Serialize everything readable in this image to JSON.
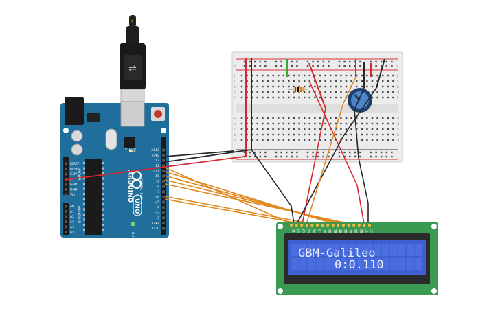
{
  "lcd": {
    "line1": "GBM-Galileo",
    "line2": "0:0.110",
    "pin_labels": [
      "GND",
      "VCC",
      "V0",
      "RS",
      "RW",
      "E",
      "DB0",
      "DB1",
      "DB2",
      "DB3",
      "DB4",
      "DB5",
      "DB6",
      "DB7",
      "LED",
      "LED"
    ]
  },
  "arduino": {
    "brand": "ARDUINO",
    "model": "UNO",
    "power_header": [
      "IOREF",
      "RESET",
      "3.3V",
      "5V",
      "GND",
      "GND",
      "Vin"
    ],
    "power_title": "POWER",
    "analog_header": [
      "A0",
      "A1",
      "A2",
      "A3",
      "A4",
      "A5"
    ],
    "analog_title": "ANALOG IN",
    "digital_header": [
      "AREF",
      "GND",
      "13",
      "12",
      "~11",
      "~10",
      "~9",
      "8",
      "7",
      "~6",
      "~5",
      "4",
      "~3",
      "2",
      "TX▸1",
      "RX◂0"
    ],
    "digital_title": "DIGITAL (PWM~)",
    "on_label": "ON",
    "led_labels": [
      "L",
      "TX",
      "RX"
    ]
  },
  "breadboard": {
    "row_letters_top": [
      "j",
      "i",
      "h",
      "g",
      "f"
    ],
    "row_letters_bottom": [
      "e",
      "d",
      "c",
      "b",
      "a"
    ],
    "rail_signs": [
      "+",
      "-"
    ]
  },
  "colors": {
    "board": "#1f6e9c",
    "lcd_pcb": "#3b9a52",
    "lcd_screen": "#3d5fd0",
    "wire_red": "#d7262c",
    "wire_black": "#262626",
    "wire_orange": "#e08a1e",
    "wire_green": "#3aa832"
  }
}
